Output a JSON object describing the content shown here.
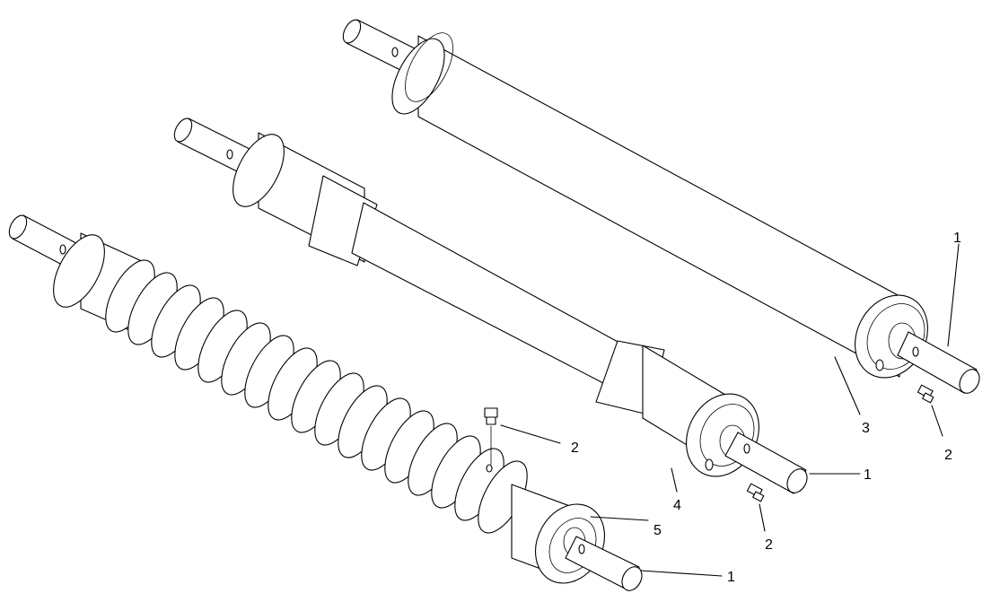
{
  "callouts": [
    {
      "id": "r1-shaft",
      "text": "1"
    },
    {
      "id": "r1-fitting",
      "text": "2"
    },
    {
      "id": "r1-roller",
      "text": "3"
    },
    {
      "id": "r2-shaft",
      "text": "1"
    },
    {
      "id": "r2-fitting",
      "text": "2"
    },
    {
      "id": "r2-roller",
      "text": "4"
    },
    {
      "id": "r3-fitting",
      "text": "2"
    },
    {
      "id": "r3-bearing",
      "text": "5"
    },
    {
      "id": "r3-shaft",
      "text": "1"
    }
  ]
}
